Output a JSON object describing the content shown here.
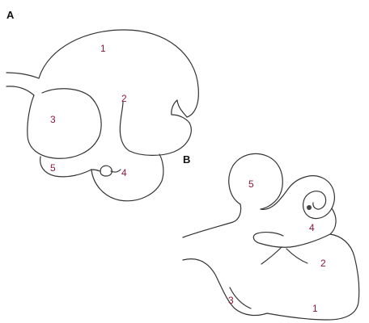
{
  "panels": {
    "A": {
      "label": "A",
      "numbers": {
        "n1": "1",
        "n2": "2",
        "n3": "3",
        "n4": "4",
        "n5": "5"
      }
    },
    "B": {
      "label": "B",
      "numbers": {
        "n1": "1",
        "n2": "2",
        "n3": "3",
        "n4": "4",
        "n5": "5"
      }
    }
  },
  "colors": {
    "label_text": "#111111",
    "number_text": "#8b1a3a",
    "outline": "#333333"
  }
}
